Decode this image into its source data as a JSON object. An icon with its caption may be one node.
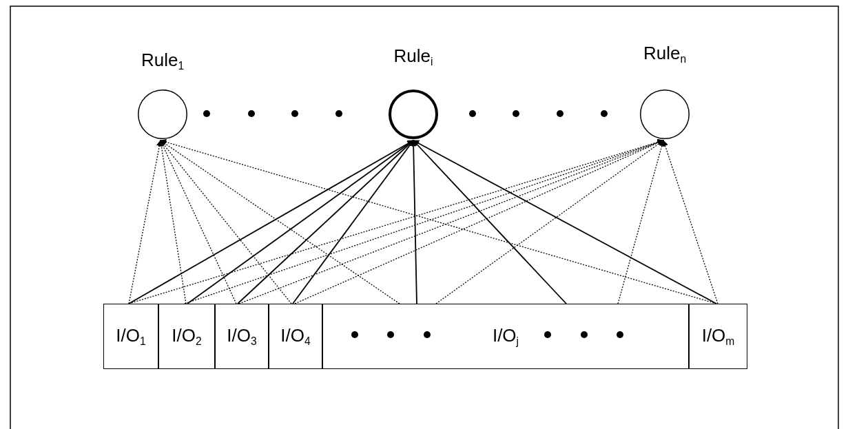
{
  "diagram": {
    "nodes": [
      {
        "text": [
          "Rule$_{1}$"
        ]
      },
      {
        "text": [
          "Rule$_{i}$"
        ]
      },
      {
        "text": [
          "Rule$_{n}$"
        ]
      },
      {
        "text": [
          "I/O$_{1}$"
        ]
      },
      {
        "text": [
          "I/O$_{2}$"
        ]
      },
      {
        "text": [
          "I/O$_{3}$"
        ]
      },
      {
        "text": [
          "I/O$_{4}$"
        ]
      },
      {
        "text": [
          "I/O$_{j}$"
        ]
      },
      {
        "text": [
          "I/O$_{m}$"
        ]
      }
    ],
    "edges": [
      {
        "from": 3,
        "to": 0,
        "arrow": "to",
        "style": "dashed"
      },
      {
        "from": 3,
        "to": 1,
        "arrow": "to"
      },
      {
        "from": 3,
        "to": 2,
        "arrow": "to",
        "style": "dashed"
      },
      {
        "from": 4,
        "to": 0,
        "arrow": "to",
        "style": "dashed"
      },
      {
        "from": 4,
        "to": 1,
        "arrow": "to"
      },
      {
        "from": 4,
        "to": 2,
        "arrow": "to",
        "style": "dashed"
      },
      {
        "from": 5,
        "to": 0,
        "arrow": "to",
        "style": "dashed"
      },
      {
        "from": 5,
        "to": 1,
        "arrow": "to"
      },
      {
        "from": 5,
        "to": 2,
        "arrow": "to",
        "style": "dashed"
      },
      {
        "from": 6,
        "to": 0,
        "arrow": "to",
        "style": "dashed"
      },
      {
        "from": 6,
        "to": 1,
        "arrow": "to"
      },
      {
        "from": 6,
        "to": 2,
        "arrow": "to",
        "style": "dashed"
      },
      {
        "from": 7,
        "to": 0,
        "arrow": "to",
        "style": "dashed"
      },
      {
        "from": 7,
        "to": 1,
        "arrow": "to"
      },
      {
        "from": 7,
        "to": 2,
        "arrow": "to",
        "style": "dashed"
      },
      {
        "from": 7,
        "to": 1,
        "arrow": "to"
      },
      {
        "from": 7,
        "to": 2,
        "arrow": "to",
        "style": "dashed"
      },
      {
        "from": 8,
        "to": 0,
        "arrow": "to",
        "style": "dashed"
      },
      {
        "from": 8,
        "to": 1,
        "arrow": "to"
      },
      {
        "from": 8,
        "to": 2,
        "arrow": "to",
        "style": "dashed"
      }
    ]
  }
}
